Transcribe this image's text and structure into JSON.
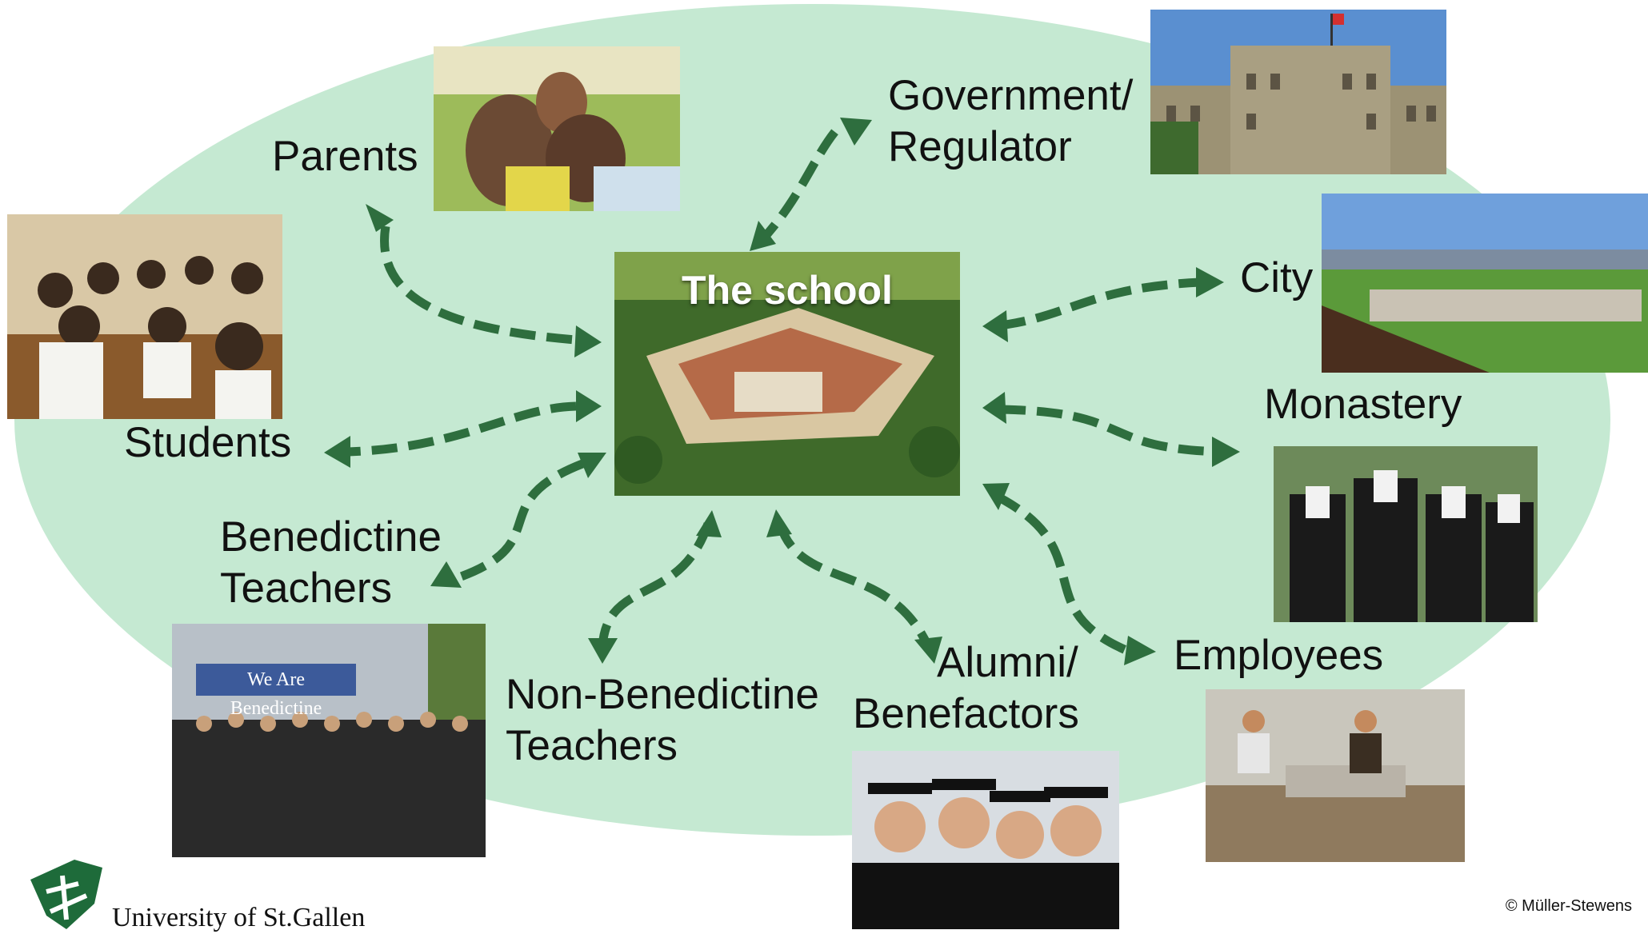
{
  "center": {
    "title": "The school"
  },
  "stakeholders": {
    "parents": "Parents",
    "government_line1": "Government/",
    "government_line2": "Regulator",
    "city": "City",
    "monastery": "Monastery",
    "students": "Students",
    "benedictine_line1": "Benedictine",
    "benedictine_line2": "Teachers",
    "nonbenedictine_line1": "Non-Benedictine",
    "nonbenedictine_line2": "Teachers",
    "alumni_line1": "Alumni/",
    "alumni_line2": "Benefactors",
    "employees": "Employees"
  },
  "photo_banner": "We Are Benedictine",
  "footer": {
    "university": "University of St.Gallen",
    "copyright": "© Müller-Stewens"
  },
  "colors": {
    "ellipse": "#c5e9d2",
    "arrow": "#2e6e3e"
  }
}
